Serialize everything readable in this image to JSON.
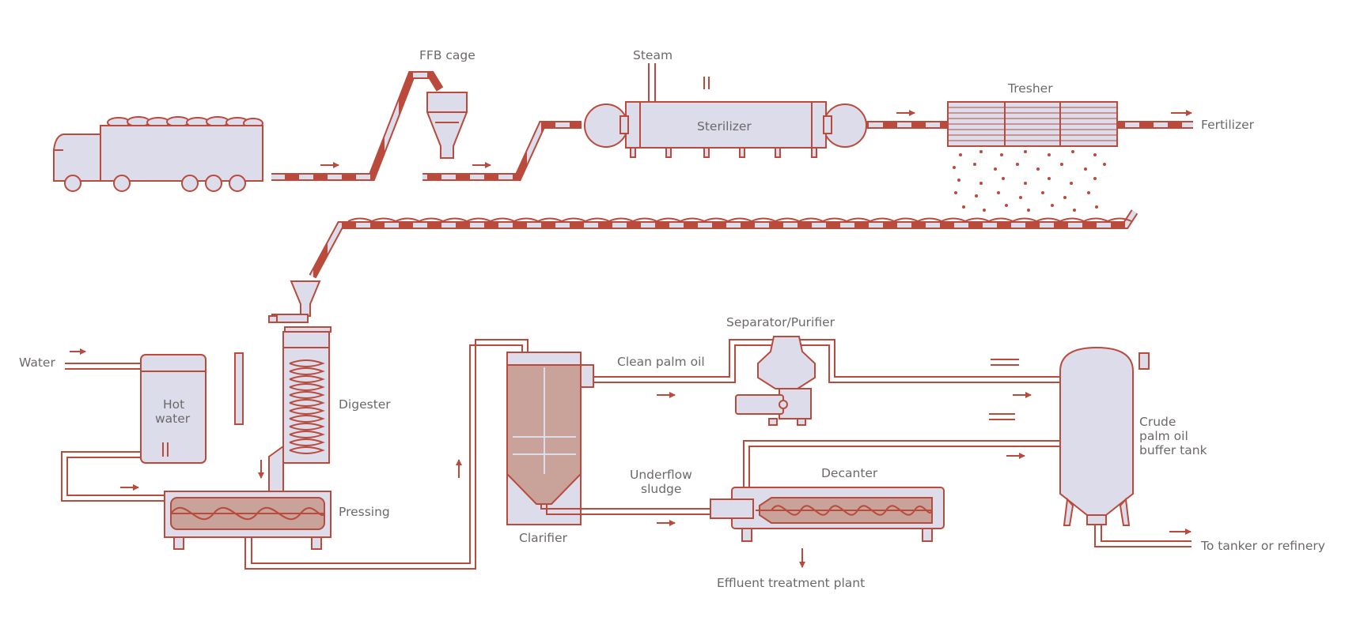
{
  "colors": {
    "outline": "#b94a3c",
    "equipment_fill": "#dcdcea",
    "sludge_fill": "#c9a29a",
    "label_text": "#6d6868"
  },
  "labels": {
    "ffb_cage": "FFB cage",
    "steam": "Steam",
    "sterilizer": "Sterilizer",
    "tresher": "Tresher",
    "fertilizer": "Fertilizer",
    "water": "Water",
    "hot_water_1": "Hot",
    "hot_water_2": "water",
    "digester": "Digester",
    "pressing": "Pressing",
    "clarifier": "Clarifier",
    "clean_palm_oil": "Clean palm oil",
    "separator_purifier": "Separator/Purifier",
    "underflow_sludge_1": "Underflow",
    "underflow_sludge_2": "sludge",
    "decanter": "Decanter",
    "effluent_treatment_plant": "Effluent treatment plant",
    "crude_tank_1": "Crude",
    "crude_tank_2": "palm oil",
    "crude_tank_3": "buffer tank",
    "to_tanker": "To tanker or refinery"
  }
}
